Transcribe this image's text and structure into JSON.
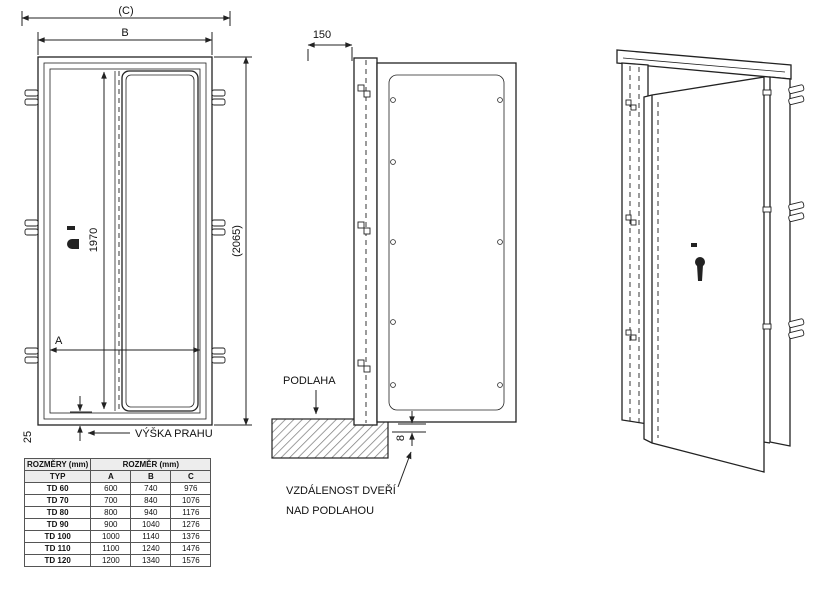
{
  "page": {
    "line_color": "#222222",
    "background": "#ffffff"
  },
  "front_view": {
    "dim_c": "(C)",
    "dim_b": "B",
    "dim_a": "A",
    "dim_height_leaf": "1970",
    "dim_height_total": "(2065)",
    "dim_threshold": "25",
    "threshold_label": "VÝŠKA PRAHU"
  },
  "side_view": {
    "dim_depth": "150",
    "floor_label": "PODLAHA",
    "dim_gap": "8",
    "gap_label_line1": "VZDÁLENOST DVEŘÍ",
    "gap_label_line2": "NAD PODLAHOU"
  },
  "table": {
    "header_left": "ROZMĚRY (mm)",
    "header_right": "ROZMĚR (mm)",
    "columns": [
      "TYP",
      "A",
      "B",
      "C"
    ],
    "rows": [
      [
        "TD 60",
        "600",
        "740",
        "976"
      ],
      [
        "TD 70",
        "700",
        "840",
        "1076"
      ],
      [
        "TD 80",
        "800",
        "940",
        "1176"
      ],
      [
        "TD 90",
        "900",
        "1040",
        "1276"
      ],
      [
        "TD 100",
        "1000",
        "1140",
        "1376"
      ],
      [
        "TD 110",
        "1100",
        "1240",
        "1476"
      ],
      [
        "TD 120",
        "1200",
        "1340",
        "1576"
      ]
    ]
  }
}
